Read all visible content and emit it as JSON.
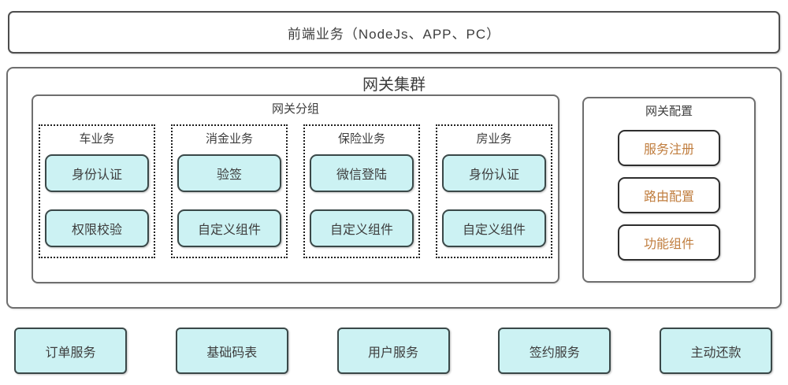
{
  "frontend": {
    "label": "前端业务（NodeJs、APP、PC）"
  },
  "gateway_cluster": {
    "title": "网关集群",
    "gateway_groups": {
      "title": "网关分组",
      "groups": [
        {
          "name": "车业务",
          "components": [
            "身份认证",
            "权限校验"
          ]
        },
        {
          "name": "消金业务",
          "components": [
            "验签",
            "自定义组件"
          ]
        },
        {
          "name": "保险业务",
          "components": [
            "微信登陆",
            "自定义组件"
          ]
        },
        {
          "name": "房业务",
          "components": [
            "身份认证",
            "自定义组件"
          ]
        }
      ]
    },
    "gateway_config": {
      "title": "网关配置",
      "items": [
        "服务注册",
        "路由配置",
        "功能组件"
      ]
    }
  },
  "backend_services": [
    "订单服务",
    "基础码表",
    "用户服务",
    "签约服务",
    "主动还款"
  ],
  "colors": {
    "component_fill": "#ccf2f3",
    "component_border": "#3a4848",
    "config_item_text": "#c07d3e",
    "frame_border": "#6e6e6e",
    "text": "#3d3d3d"
  }
}
